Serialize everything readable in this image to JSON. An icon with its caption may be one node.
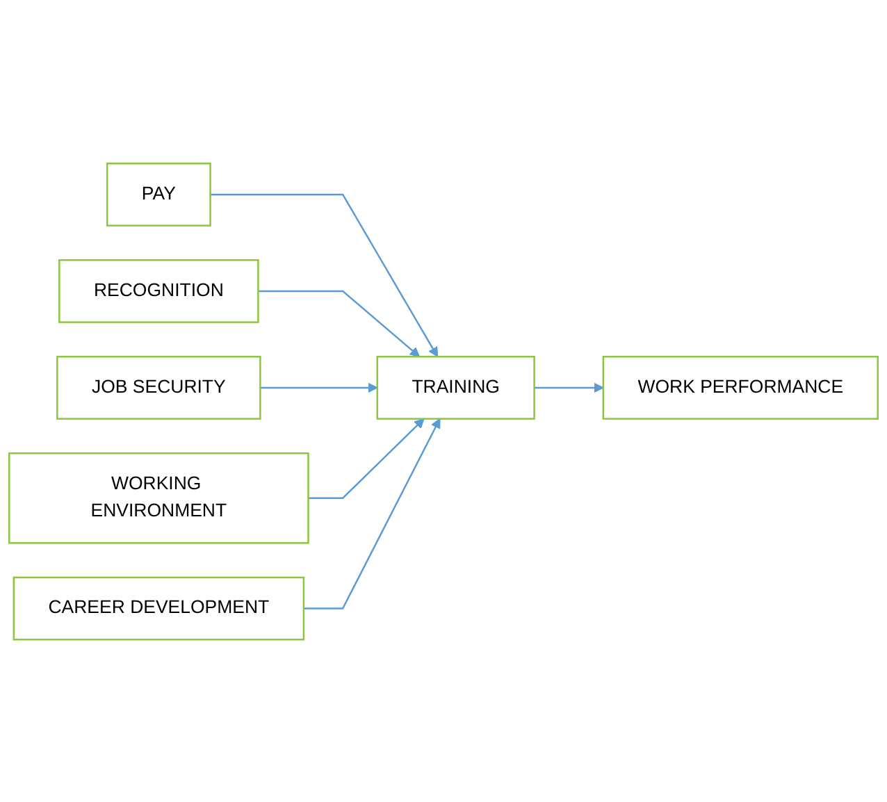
{
  "diagram": {
    "nodes": [
      {
        "text": [
          "PAY"
        ]
      },
      {
        "text": [
          "RECOGNITION"
        ]
      },
      {
        "text": [
          "JOB SECURITY"
        ]
      },
      {
        "text": [
          "WORKING ENVIRONMENT"
        ]
      },
      {
        "text": [
          "CAREER DEVELOPMENT"
        ]
      },
      {
        "text": [
          "TRAINING"
        ]
      },
      {
        "text": [
          "WORK PERFORMANCE"
        ]
      }
    ],
    "edges": [
      {
        "from": 0,
        "to": 5,
        "arrow": "to"
      },
      {
        "from": 1,
        "to": 5,
        "arrow": "to"
      },
      {
        "from": 2,
        "to": 5,
        "arrow": "to"
      },
      {
        "from": 3,
        "to": 5,
        "arrow": "to"
      },
      {
        "from": 4,
        "to": 5,
        "arrow": "to"
      },
      {
        "from": 5,
        "to": 6,
        "arrow": "to"
      }
    ]
  }
}
